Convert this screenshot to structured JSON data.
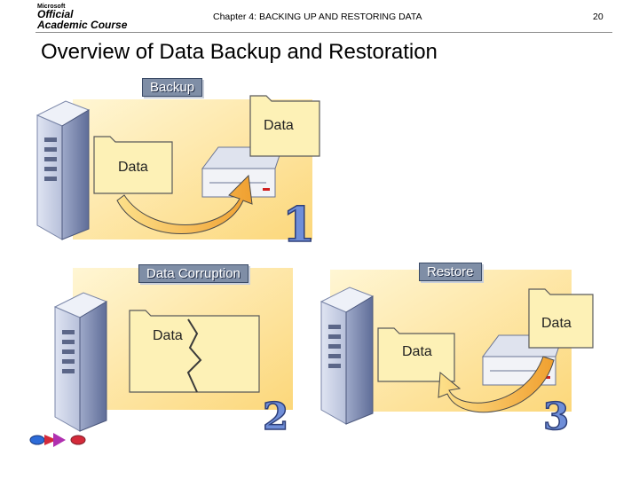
{
  "header": {
    "logo_line_small": "Microsoft",
    "logo_line_1": "Official",
    "logo_line_2": "Academic Course",
    "chapter": "Chapter 4: BACKING UP AND RESTORING DATA",
    "page_number": "20"
  },
  "title": "Overview of Data Backup and Restoration",
  "panels": [
    {
      "label": "Backup",
      "step": "1",
      "data_labels": [
        "Data",
        "Data"
      ]
    },
    {
      "label": "Data Corruption",
      "step": "2",
      "data_labels": [
        "Data"
      ]
    },
    {
      "label": "Restore",
      "step": "3",
      "data_labels": [
        "Data",
        "Data"
      ]
    }
  ],
  "colors": {
    "panel_fill": "#fde9a6",
    "folder_fill": "#fdf1b6",
    "arrow_fill": "#f7b541",
    "label_bg": "#7f8ea6",
    "number_color": "#6f8ed8"
  }
}
